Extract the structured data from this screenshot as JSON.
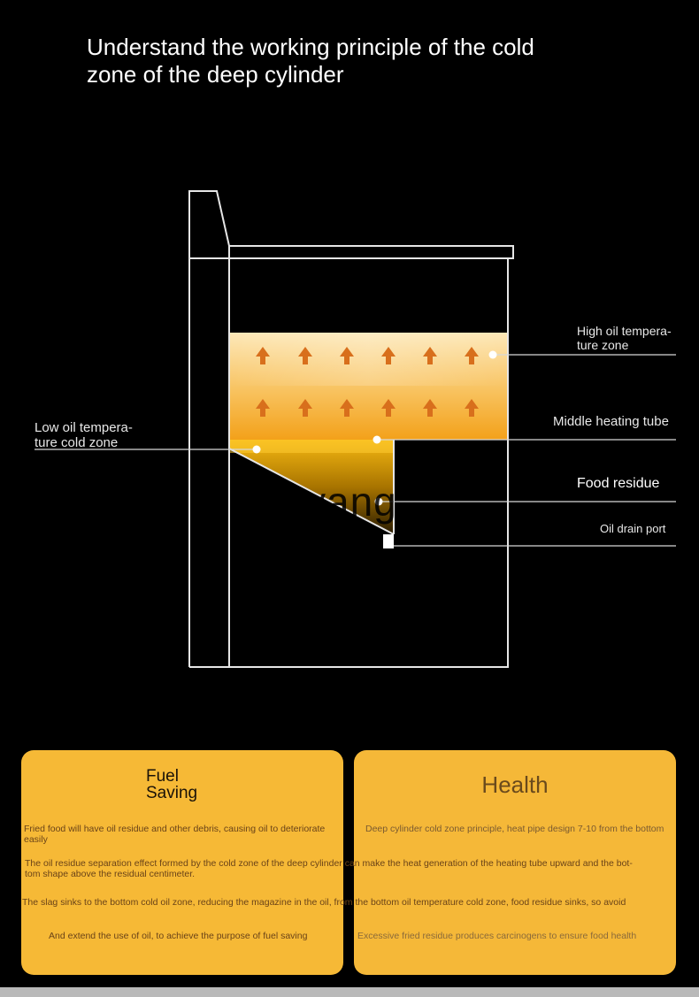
{
  "title": {
    "line1": "Understand the working principle of the cold",
    "line2": "zone of the deep cylinder"
  },
  "diagram": {
    "labels": {
      "high_line1": "High oil tempera-",
      "high_line2": "ture zone",
      "middle": "Middle heating tube",
      "food": "Food residue",
      "drain": "Oil drain port",
      "low_line1": "Low oil tempera-",
      "low_line2": "ture cold zone"
    },
    "watermark": "yang",
    "colors": {
      "hot_zone_top": "#fde5b0",
      "hot_zone_bottom": "#f5a623",
      "arrow": "#d2691e",
      "cold_zone_top": "#f2b511",
      "cold_zone_bottom": "#3d2a00",
      "outline": "#e6e6e6"
    }
  },
  "cards": {
    "fuel": {
      "title_line1": "Fuel",
      "title_line2": "Saving",
      "text1": "Fried food will have oil residue and other debris, causing oil to deteriorate easily",
      "text2_line1": "The oil residue separation effect formed by the cold zone of the deep cylinder can make the heat generation of the heating tube upward and the bot-",
      "text2_line2": "tom shape above the residual centimeter.",
      "text3": "The slag sinks to the bottom cold oil zone, reducing the magazine in the oil, from the bottom oil temperature cold zone, food residue sinks, so avoid",
      "text4": "And extend the use of oil, to achieve the purpose of fuel saving"
    },
    "health": {
      "title": "Health",
      "text1": "Deep cylinder cold zone principle, heat pipe design 7-10 from the bottom",
      "text2": "Excessive fried residue produces carcinogens to ensure food health"
    }
  }
}
